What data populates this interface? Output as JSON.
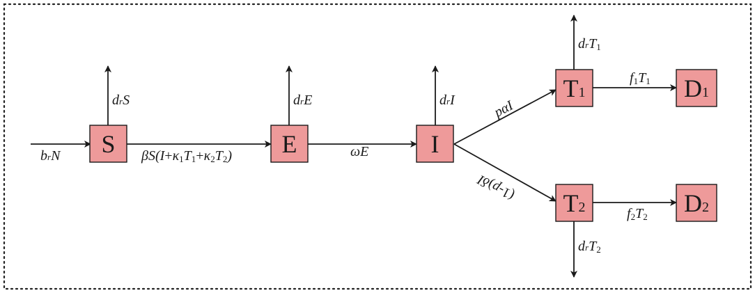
{
  "colors": {
    "node_fill": "#ee9a9a",
    "stroke": "#1a1a1a"
  },
  "nodes": {
    "S": {
      "main": "S",
      "sub": ""
    },
    "E": {
      "main": "E",
      "sub": ""
    },
    "I": {
      "main": "I",
      "sub": ""
    },
    "T1": {
      "main": "T",
      "sub": "1"
    },
    "T2": {
      "main": "T",
      "sub": "2"
    },
    "D1": {
      "main": "D",
      "sub": "1"
    },
    "D2": {
      "main": "D",
      "sub": "2"
    }
  },
  "edges": {
    "birth": {
      "main": "b",
      "sub": "r",
      "tail": "N"
    },
    "death_S": {
      "main": "d",
      "sub": "r",
      "tail": "S"
    },
    "death_E": {
      "main": "d",
      "sub": "r",
      "tail": "E"
    },
    "death_I": {
      "main": "d",
      "sub": "r",
      "tail": "I"
    },
    "death_T1": {
      "main": "d",
      "sub": "r",
      "tail": "T",
      "tail_sub": "1"
    },
    "death_T2": {
      "main": "d",
      "sub": "r",
      "tail": "T",
      "tail_sub": "2"
    },
    "infection": {
      "p1": "βS(I",
      "op1": "+",
      "k1": "κ",
      "k1_sub": "1",
      "t1": "T",
      "t1_sub": "1",
      "op2": "+",
      "k2": "κ",
      "k2_sub": "2",
      "t2": "T",
      "t2_sub": "2",
      "close": ")"
    },
    "progression": {
      "text": "ωE"
    },
    "to_T1": {
      "text": "pαI"
    },
    "to_T2": {
      "p1": "(1-",
      "p2": "p",
      "p3": ")",
      "p4": "δI"
    },
    "T1_to_D1": {
      "main": "f",
      "sub": "1",
      "tail": "T",
      "tail_sub": "1"
    },
    "T2_to_D2": {
      "main": "f",
      "sub": "2",
      "tail": "T",
      "tail_sub": "2"
    }
  }
}
